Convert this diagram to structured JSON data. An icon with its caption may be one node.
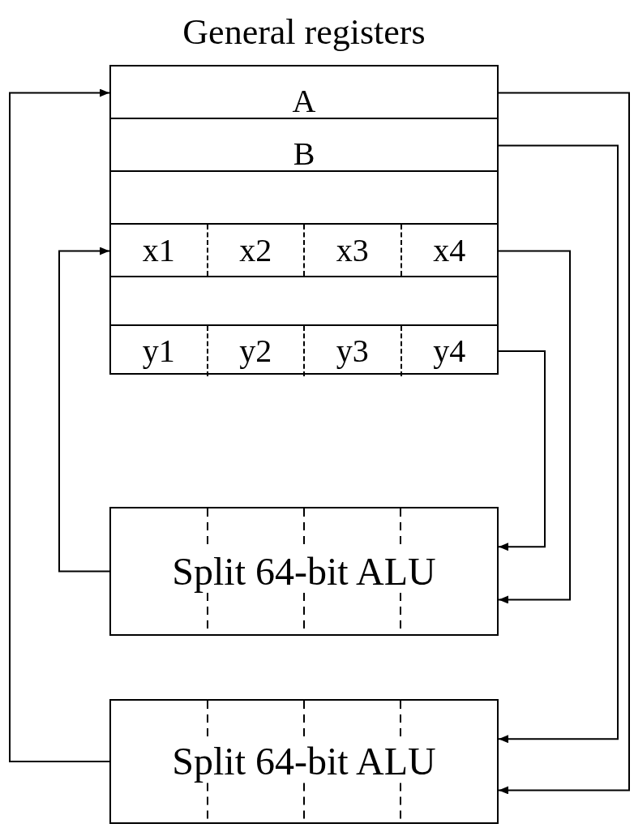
{
  "diagram": {
    "nodes": [
      {
        "text": [
          "General registers"
        ]
      },
      {
        "text": [
          "A"
        ],
        "in": 0
      },
      {
        "text": [
          "B"
        ],
        "in": 0
      },
      {
        "text": [],
        "shape": "box",
        "in": 0
      },
      {
        "text": [
          "x1",
          "x2",
          "x3",
          "x4"
        ],
        "in": 0
      },
      {
        "text": [],
        "shape": "box",
        "in": 0
      },
      {
        "text": [
          "y1",
          "y2",
          "y3",
          "y4"
        ],
        "in": 0
      },
      {
        "text": [
          "Split 64-bit ALU"
        ]
      },
      {
        "text": [
          "Split 64-bit ALU"
        ]
      }
    ],
    "edges": [
      {
        "from": 1,
        "to": 8,
        "arrow": "to"
      },
      {
        "from": 2,
        "to": 8,
        "arrow": "to"
      },
      {
        "from": 4,
        "to": 7,
        "arrow": "to"
      },
      {
        "from": 6,
        "to": 7,
        "arrow": "to"
      },
      {
        "from": 7,
        "to": 4,
        "arrow": "to"
      },
      {
        "from": 8,
        "to": 1,
        "arrow": "to"
      }
    ]
  }
}
